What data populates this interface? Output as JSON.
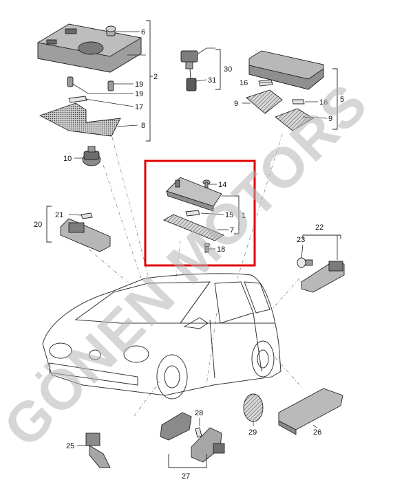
{
  "watermark": "GÖNEN MOTORS",
  "highlight_color": "#e00000",
  "callouts": {
    "p1": "1",
    "p2": "2",
    "p5": "5",
    "p6": "6",
    "p7": "7",
    "p8": "8",
    "p9a": "9",
    "p9b": "9",
    "p10": "10",
    "p14": "14",
    "p15": "15",
    "p16a": "16",
    "p16b": "16",
    "p17": "17",
    "p18": "18",
    "p19a": "19",
    "p19b": "19",
    "p20": "20",
    "p21": "21",
    "p22": "22",
    "p23": "23",
    "p25": "25",
    "p26": "26",
    "p27": "27",
    "p28": "28",
    "p29": "29",
    "p30": "30",
    "p31": "31"
  }
}
